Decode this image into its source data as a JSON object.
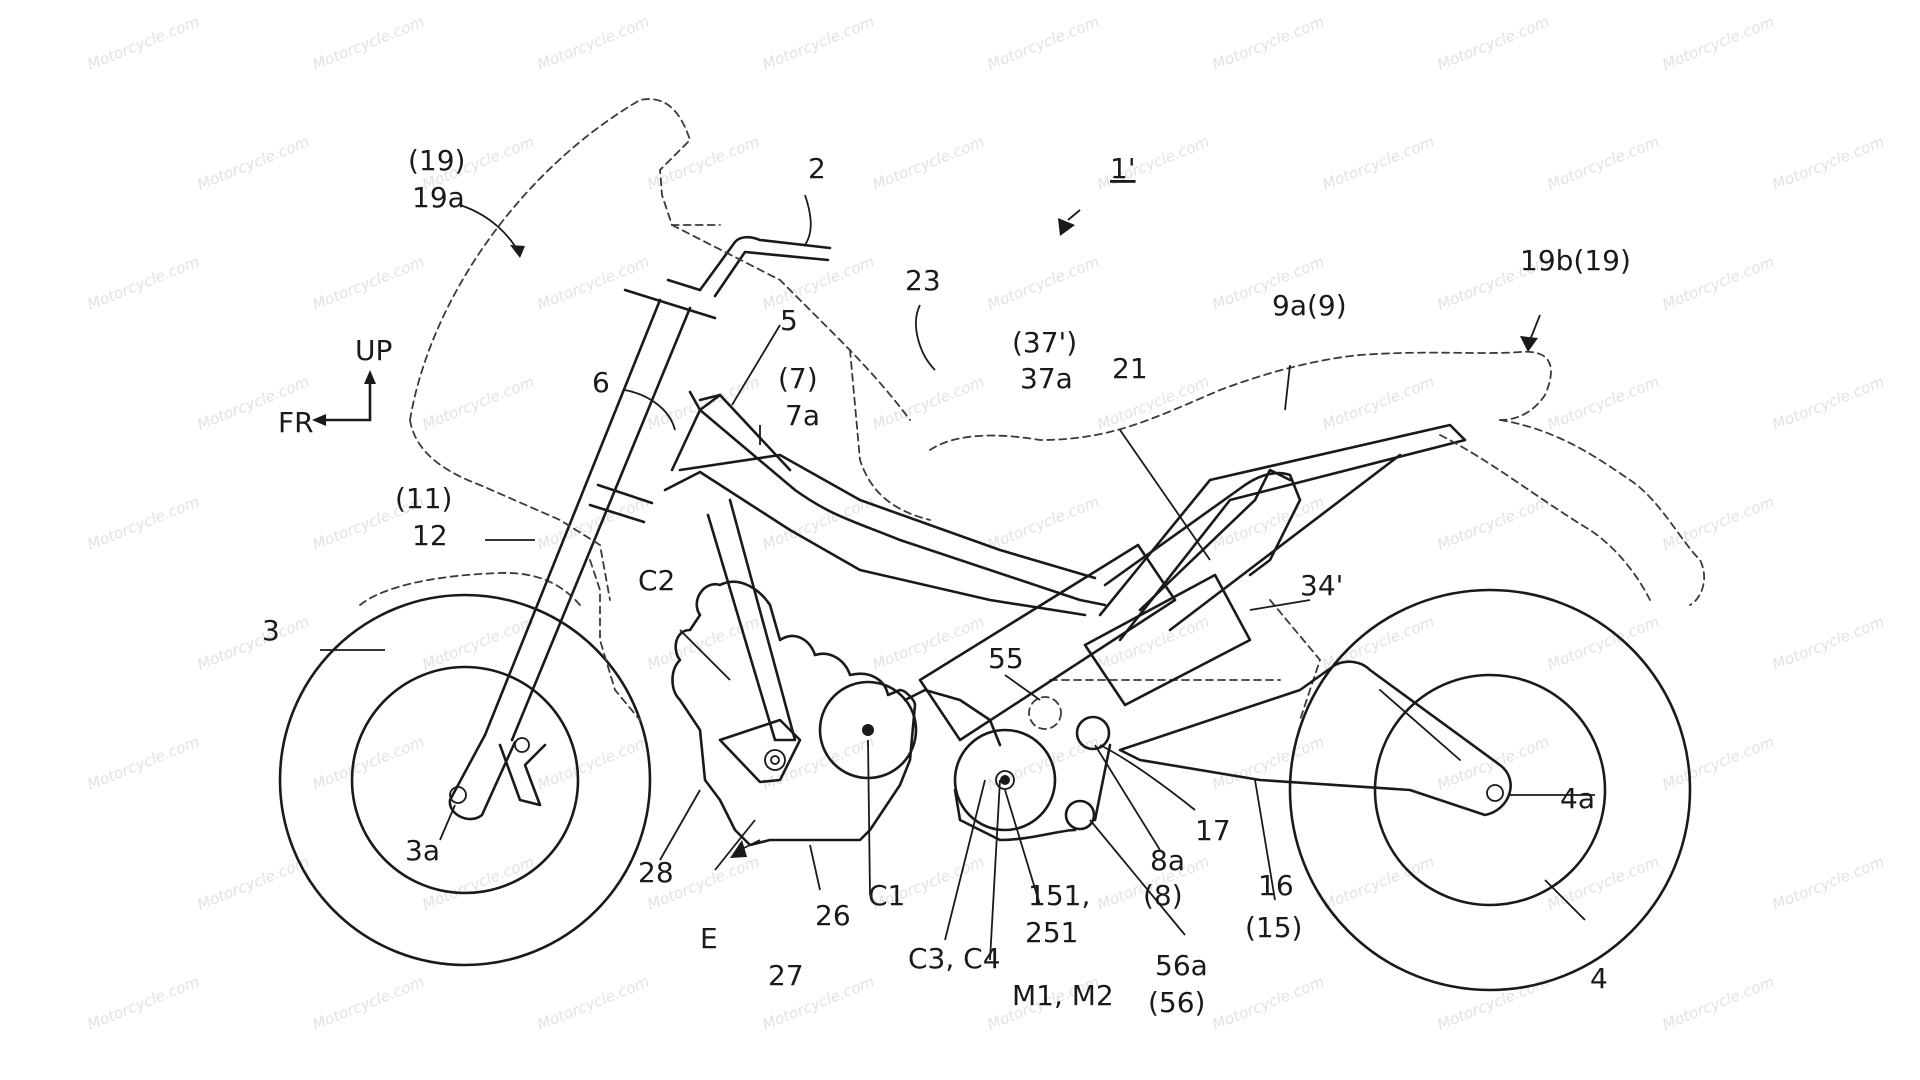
{
  "drawing": {
    "reference": "1'",
    "labels": {
      "l2": "2",
      "l3": "3",
      "l3a": "3a",
      "l4": "4",
      "l4a": "4a",
      "l5": "5",
      "l6": "6",
      "l7": "(7)",
      "l7a": "7a",
      "l8": "(8)",
      "l8a": "8a",
      "l9a": "9a(9)",
      "l11": "(11)",
      "l12": "12",
      "l15": "(15)",
      "l16": "16",
      "l17": "17",
      "l19": "(19)",
      "l19a": "19a",
      "l19b": "19b(19)",
      "l21": "21",
      "l23": "23",
      "l26": "26",
      "l27": "27",
      "l28": "28",
      "l34": "34'",
      "l37p": "(37')",
      "l37a": "37a",
      "l55": "55",
      "l56": "(56)",
      "l56a": "56a",
      "l151": "151,",
      "l251": "251",
      "lC1": "C1",
      "lC2": "C2",
      "lC34": "C3, C4",
      "lM": "M1, M2",
      "lE": "E"
    },
    "axes": {
      "up": "UP",
      "front": "FR"
    },
    "watermark": "Motorcycle.com"
  }
}
